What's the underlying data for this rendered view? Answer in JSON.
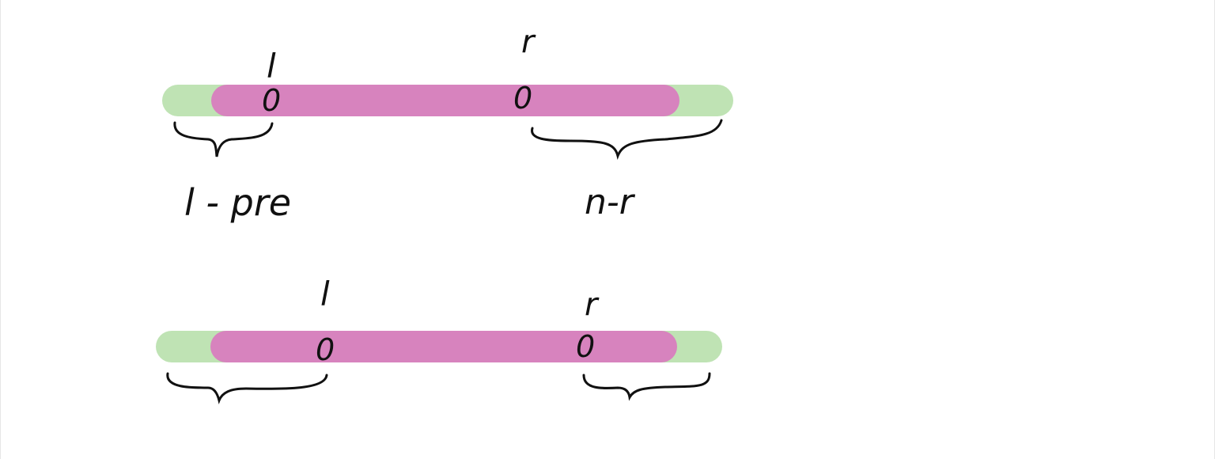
{
  "colors": {
    "outer_segment": "#bfe3b4",
    "inner_segment": "#d783be",
    "ink": "#111111"
  },
  "diagram_top": {
    "l_label": "l",
    "r_label": "r",
    "l_marker": "0",
    "r_marker": "0",
    "left_brace_label": "l - pre",
    "right_brace_label": "n-r"
  },
  "diagram_bottom": {
    "l_label": "l",
    "r_label": "r",
    "l_marker": "0",
    "r_marker": "0"
  }
}
